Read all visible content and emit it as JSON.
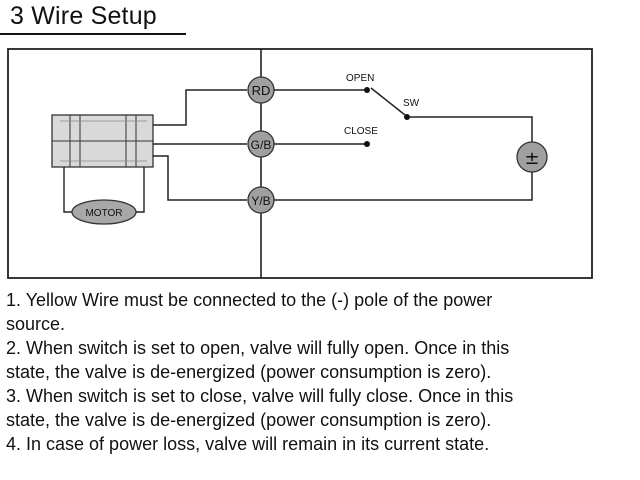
{
  "header": {
    "title": "3 Wire Setup"
  },
  "diagram": {
    "terminals": [
      "RD",
      "G/B",
      "Y/B"
    ],
    "switch": {
      "open_label": "OPEN",
      "close_label": "CLOSE",
      "switch_label": "SW"
    },
    "motor_label": "MOTOR",
    "power_source_symbol": "±"
  },
  "notes": [
    "1. Yellow Wire must be connected to the (-) pole of the power",
    "source.",
    "2. When switch is set to open, valve will fully open. Once in this",
    "state, the valve is de-energized (power consumption is zero).",
    "3. When switch is set to close, valve will fully close. Once in this",
    "state, the valve is de-energized (power consumption is zero).",
    "4. In case of power loss, valve will remain in its current state."
  ]
}
